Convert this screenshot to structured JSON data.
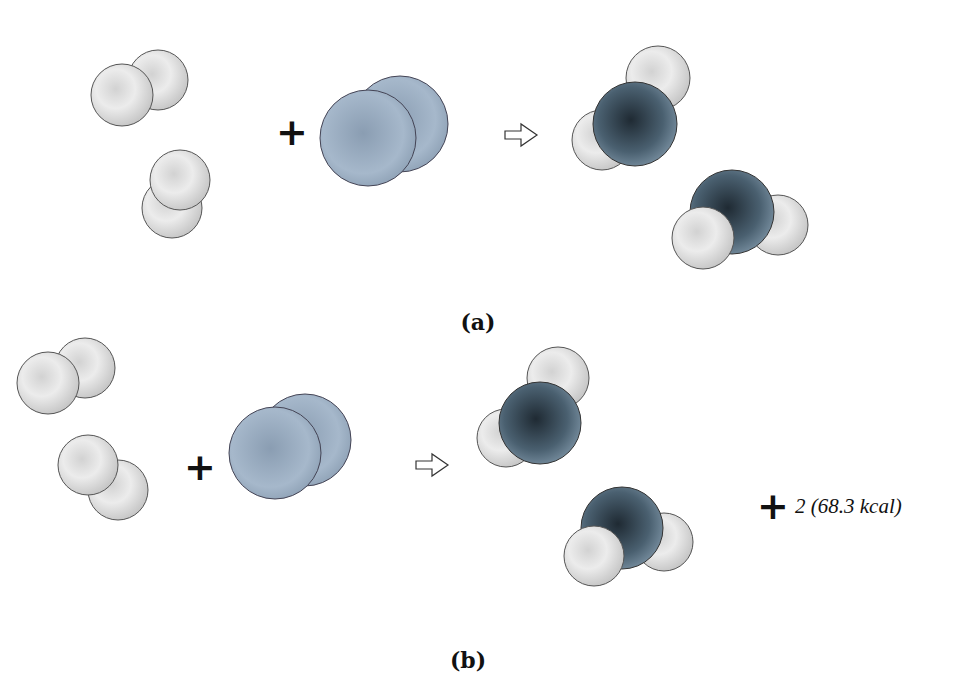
{
  "diagram": {
    "labels": [
      "+",
      "(a)",
      "+",
      "(b)",
      "+",
      "2 (68.3 kcal)"
    ]
  }
}
